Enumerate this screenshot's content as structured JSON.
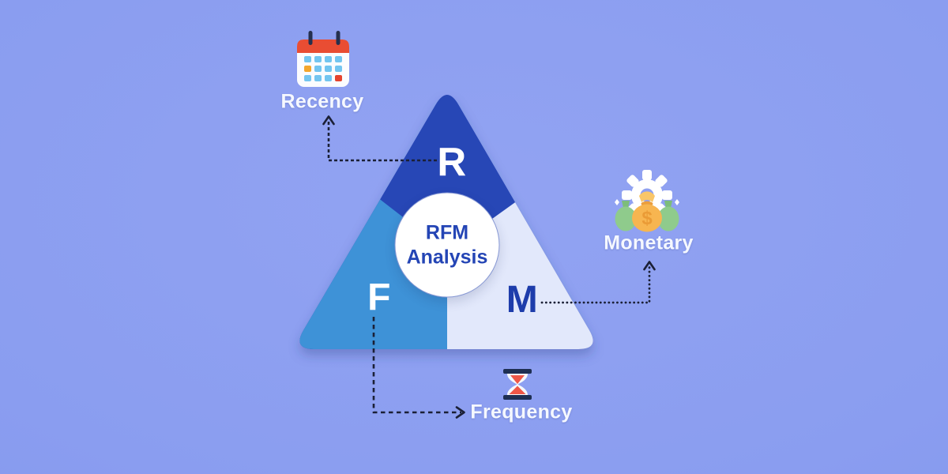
{
  "title": {
    "line1": "RFM",
    "line2": "Analysis"
  },
  "segments": {
    "recency": {
      "letter": "R",
      "label": "Recency"
    },
    "frequency": {
      "letter": "F",
      "label": "Frequency"
    },
    "monetary": {
      "letter": "M",
      "label": "Monetary"
    }
  },
  "icons": {
    "recency": "calendar-icon",
    "frequency": "hourglass-icon",
    "monetary": "money-bags-gear-icon"
  },
  "colors": {
    "background": "#8a9df0",
    "segment_r": "#2747b6",
    "segment_f": "#3e92d7",
    "segment_m": "#e2e8fb",
    "circle_fill": "#ffffff",
    "letter_light": "#ffffff",
    "letter_dark": "#1d3cab",
    "title_text": "#2445b5",
    "label_text": "#f5f8ff",
    "arrow": "#1b2036"
  }
}
